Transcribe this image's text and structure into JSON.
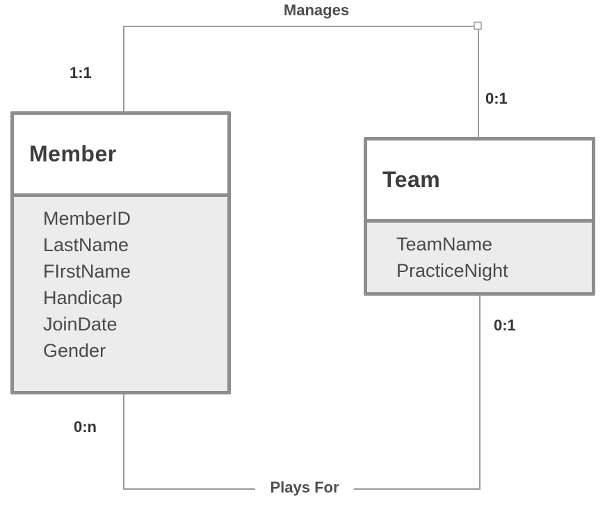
{
  "diagram": {
    "type": "entity-relationship",
    "background_color": "#ffffff",
    "line_color": "#9b9b9b",
    "entity_border_color": "#8d8d8d",
    "entity_header_bg": "#ffffff",
    "entity_attrs_bg": "#ececec",
    "title_text_color": "#3d3d3d",
    "attr_text_color": "#4a4a4a"
  },
  "entities": [
    {
      "name": "Member",
      "attributes": [
        "MemberID",
        "LastName",
        "FIrstName",
        "Handicap",
        "JoinDate",
        "Gender"
      ]
    },
    {
      "name": "Team",
      "attributes": [
        "TeamName",
        "PracticeNight"
      ]
    }
  ],
  "relationships": [
    {
      "label": "Manages",
      "from_entity": "Member",
      "from_cardinality": "1:1",
      "to_entity": "Team",
      "to_cardinality": "0:1"
    },
    {
      "label": "Plays For",
      "from_entity": "Member",
      "from_cardinality": "0:n",
      "to_entity": "Team",
      "to_cardinality": "0:1"
    }
  ]
}
